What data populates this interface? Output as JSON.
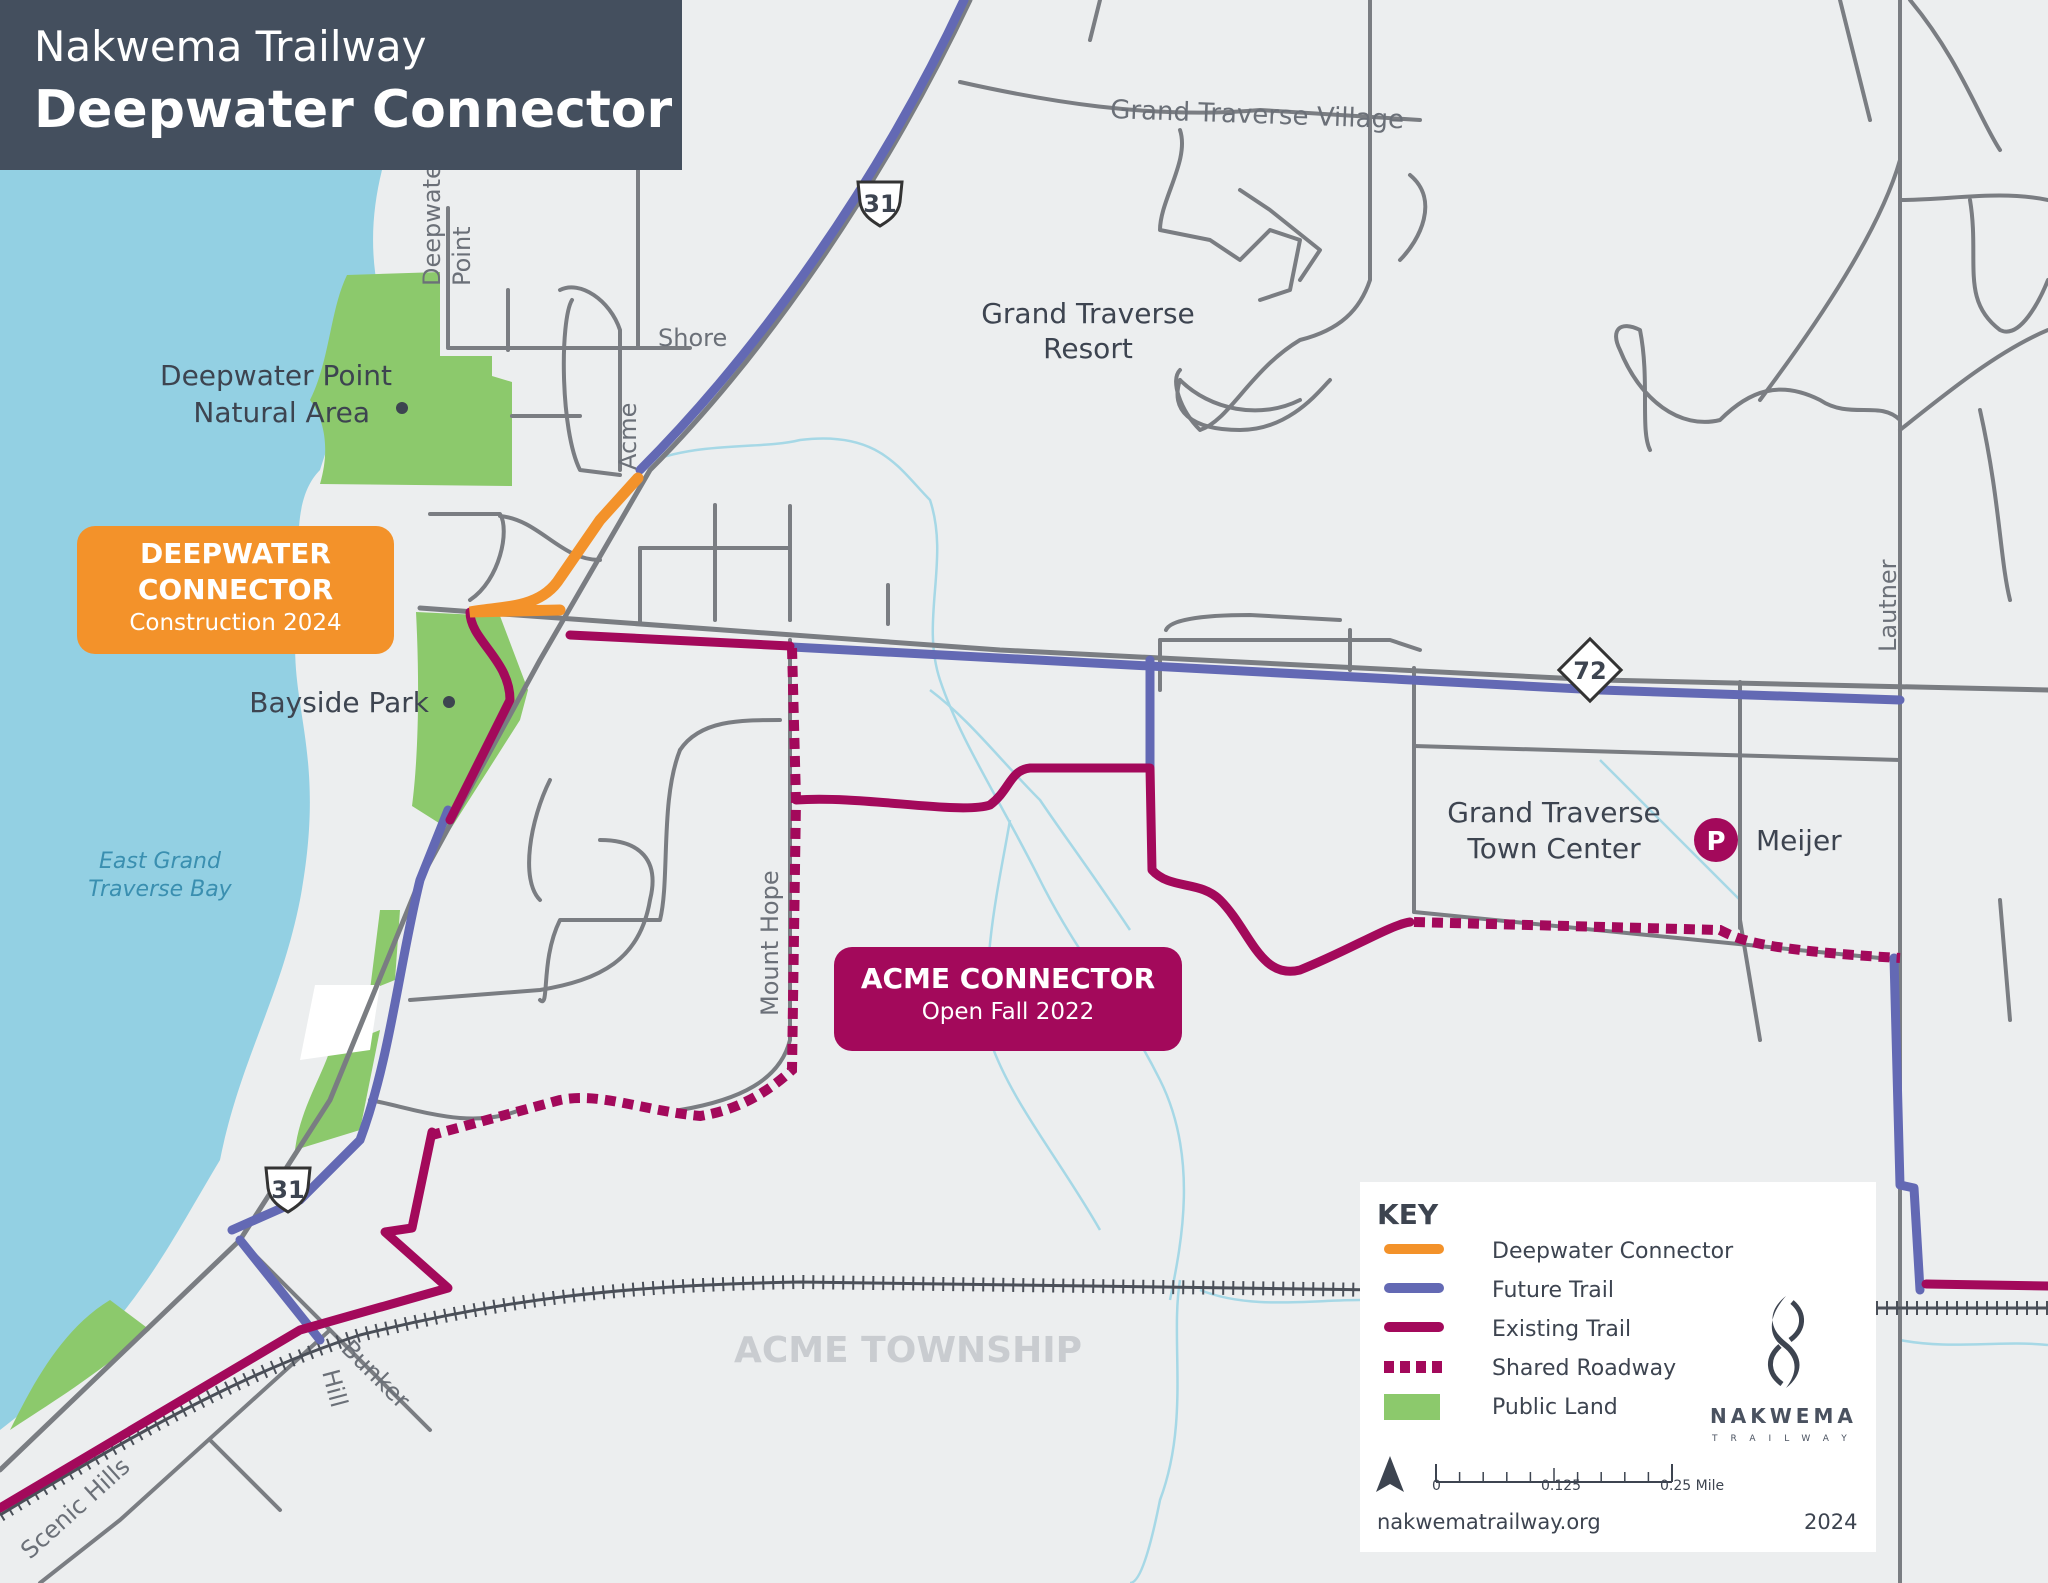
{
  "title": {
    "small": "Nakwema Trailway",
    "big": "Deepwater Connector"
  },
  "callouts": {
    "deepwater": {
      "line1": "DEEPWATER",
      "line2": "CONNECTOR",
      "sub": "Construction 2024"
    },
    "acme": {
      "line1": "ACME CONNECTOR",
      "sub": "Open Fall 2022"
    }
  },
  "labels": {
    "grand_traverse_village": "Grand Traverse Village",
    "resort_line1": "Grand Traverse",
    "resort_line2": "Resort",
    "deepwater_point_line1": "Deepwater Point",
    "deepwater_point_line2": "Natural Area",
    "bayside_park": "Bayside Park",
    "bay_line1": "East Grand",
    "bay_line2": "Traverse Bay",
    "town_center_line1": "Grand Traverse",
    "town_center_line2": "Town Center",
    "meijer": "Meijer",
    "parking_symbol": "P",
    "township": "ACME TOWNSHIP"
  },
  "roads": {
    "shore": "Shore",
    "acme": "Acme",
    "deepwater": "Deepwater",
    "point": "Point",
    "lautner": "Lautner",
    "mount_hope": "Mount Hope",
    "bunker": "Bunker",
    "hill": "Hill",
    "scenic_hills": "Scenic Hills",
    "us31_top": "31",
    "us31_bottom": "31",
    "m72": "72"
  },
  "key": {
    "title": "KEY",
    "items": [
      {
        "label": "Deepwater Connector",
        "color": "#f3922a",
        "style": "solid"
      },
      {
        "label": "Future Trail",
        "color": "#6369b4",
        "style": "solid"
      },
      {
        "label": "Existing Trail",
        "color": "#a3095b",
        "style": "solid"
      },
      {
        "label": "Shared Roadway",
        "color": "#a3095b",
        "style": "dashed"
      },
      {
        "label": "Public Land",
        "color": "#8cc96c",
        "style": "fill"
      }
    ],
    "scale": {
      "zero": "0",
      "mid": "0.125",
      "end": "0.25 Mile"
    },
    "url": "nakwematrailway.org",
    "year": "2024",
    "logo_name": "NAKWEMA",
    "logo_sub": "TRAILWAY"
  },
  "colors": {
    "water": "#93d0e3",
    "land": "#eceeef",
    "road": "#7a7d82",
    "stream": "#a6d8e6",
    "public_land": "#8cc96c",
    "future_trail": "#6369b4",
    "existing_trail": "#a3095b",
    "deepwater_connector": "#f3922a",
    "title_bg": "#444f5e"
  },
  "icons": [
    "north-arrow-icon",
    "parking-icon",
    "us-route-shield-icon",
    "state-route-shield-icon",
    "nakwema-logo-icon"
  ]
}
